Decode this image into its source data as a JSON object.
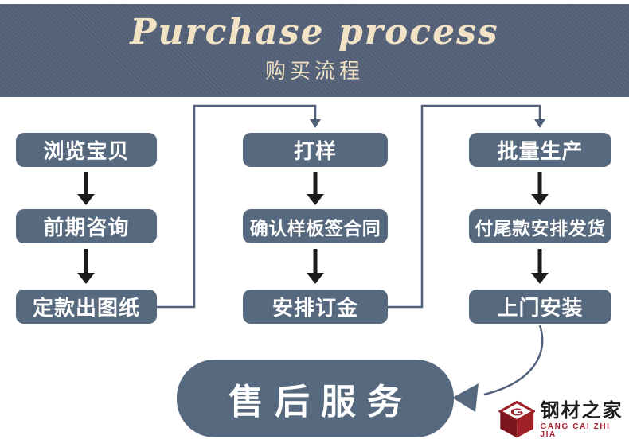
{
  "header": {
    "title_en": "Purchase process",
    "title_zh": "购买流程"
  },
  "flow": {
    "columns": [
      {
        "steps": [
          {
            "label": "浏览宝贝"
          },
          {
            "label": "前期咨询"
          },
          {
            "label": "定款出图纸"
          }
        ]
      },
      {
        "steps": [
          {
            "label": "打样"
          },
          {
            "label": "确认样板签合同"
          },
          {
            "label": "安排订金"
          }
        ]
      },
      {
        "steps": [
          {
            "label": "批量生产"
          },
          {
            "label": "付尾款安排发货"
          },
          {
            "label": "上门安装"
          }
        ]
      }
    ],
    "final_step": {
      "label": "售后服务"
    }
  },
  "logo": {
    "name_zh": "钢材之家",
    "name_en": "GANG CAI ZHI JIA"
  },
  "colors": {
    "header_bg": "#546178",
    "box_fill": "#57697e",
    "connector": "#51617a",
    "arrow_black": "#1c1c1c",
    "title_cream": "#f2e3c6",
    "logo_red": "#9e2029"
  }
}
